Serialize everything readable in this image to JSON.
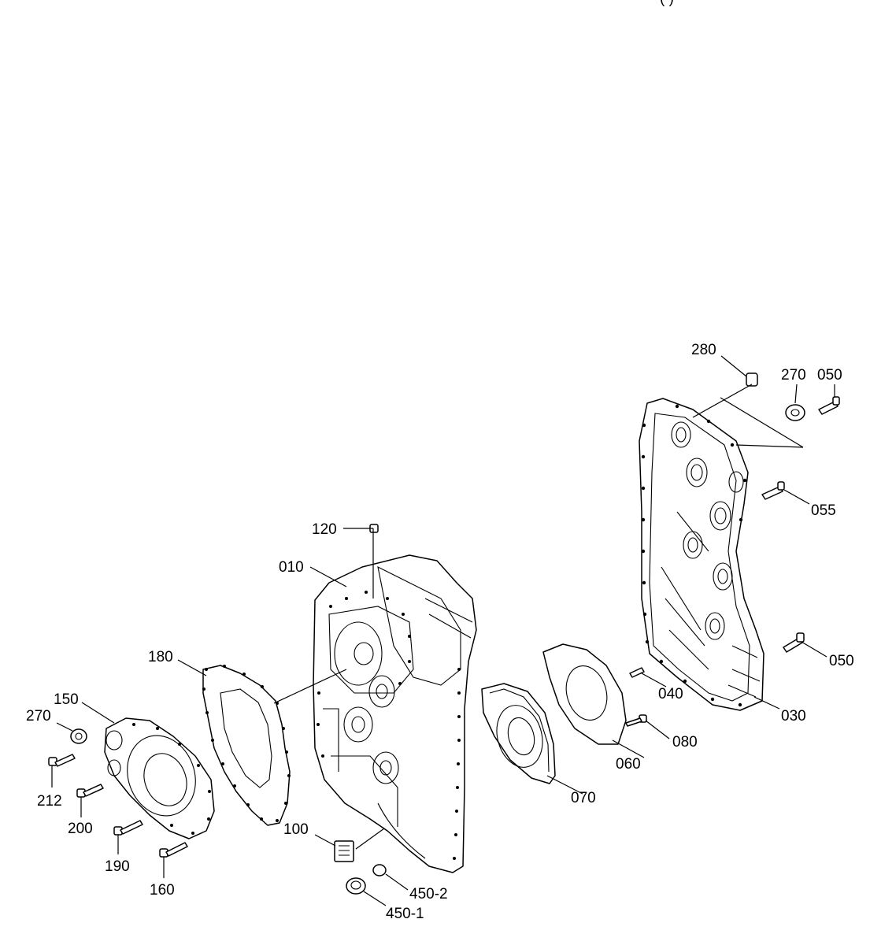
{
  "diagram": {
    "top_header_fragment": "(   )",
    "labels": {
      "p280": "280",
      "p270_top": "270",
      "p050_top": "050",
      "p055": "055",
      "p120": "120",
      "p010": "010",
      "p180": "180",
      "p150": "150",
      "p270_left": "270",
      "p212": "212",
      "p200": "200",
      "p190": "190",
      "p160": "160",
      "p100": "100",
      "p450_2": "450-2",
      "p450_1": "450-1",
      "p070": "070",
      "p060": "060",
      "p080": "080",
      "p040": "040",
      "p030": "030",
      "p050_right": "050"
    }
  }
}
